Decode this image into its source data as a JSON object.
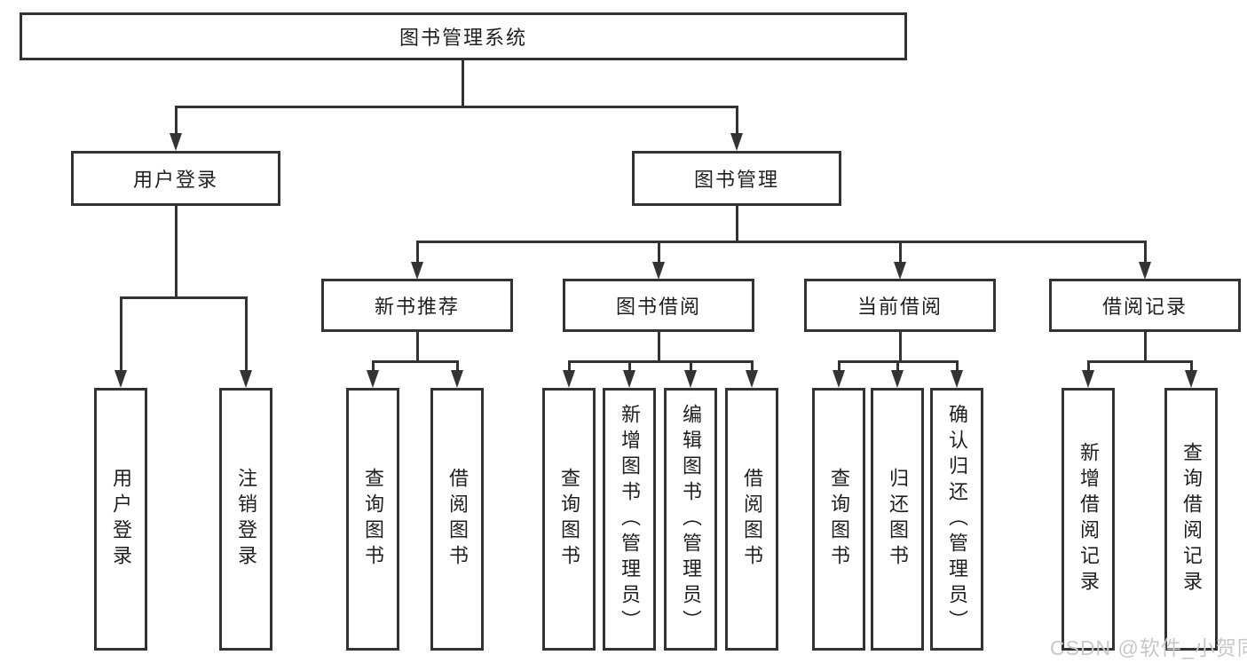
{
  "colors": {
    "background": "#ffffff",
    "line": "#333333",
    "text": "#1f1f1f",
    "watermark": "#c8c8c8"
  },
  "root": {
    "label": "图书管理系统"
  },
  "level2": [
    {
      "label": "用户登录"
    },
    {
      "label": "图书管理"
    }
  ],
  "level3": [
    {
      "label": "新书推荐",
      "parent": "图书管理"
    },
    {
      "label": "图书借阅",
      "parent": "图书管理"
    },
    {
      "label": "当前借阅",
      "parent": "图书管理"
    },
    {
      "label": "借阅记录",
      "parent": "图书管理"
    }
  ],
  "leaves": [
    {
      "label": "用户登录",
      "parent": "用户登录"
    },
    {
      "label": "注销登录",
      "parent": "用户登录"
    },
    {
      "label": "查询图书",
      "parent": "新书推荐"
    },
    {
      "label": "借阅图书",
      "parent": "新书推荐"
    },
    {
      "label": "查询图书",
      "parent": "图书借阅"
    },
    {
      "label": "新增图书（管理员）",
      "parent": "图书借阅"
    },
    {
      "label": "编辑图书（管理员）",
      "parent": "图书借阅"
    },
    {
      "label": "借阅图书",
      "parent": "图书借阅"
    },
    {
      "label": "查询图书",
      "parent": "当前借阅"
    },
    {
      "label": "归还图书",
      "parent": "当前借阅"
    },
    {
      "label": "确认归还（管理员）",
      "parent": "当前借阅"
    },
    {
      "label": "新增借阅记录",
      "parent": "借阅记录"
    },
    {
      "label": "查询借阅记录",
      "parent": "借阅记录"
    }
  ],
  "watermark": {
    "text": "CSDN @软件_小贺同学"
  }
}
